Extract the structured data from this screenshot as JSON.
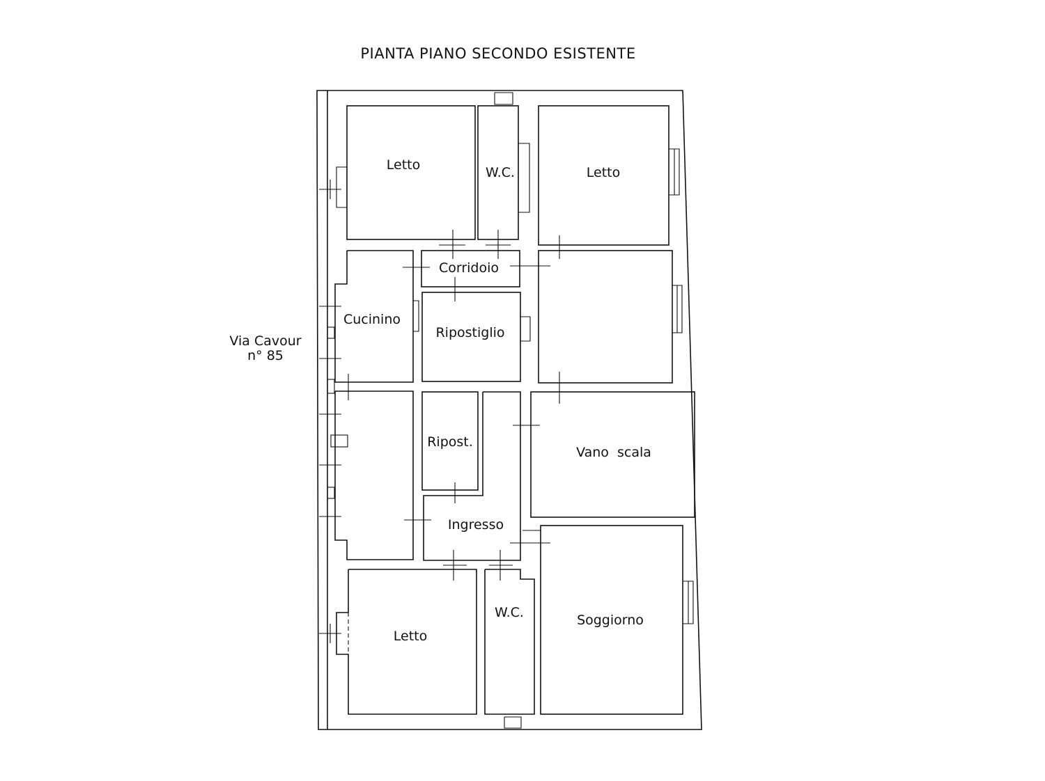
{
  "title": "PIANTA PIANO SECONDO ESISTENTE",
  "street": {
    "line1": "Via Cavour",
    "line2": "n° 85"
  },
  "rooms": {
    "letto_nw": "Letto",
    "wc_north": "W.C.",
    "letto_ne": "Letto",
    "corridoio": "Corridoio",
    "cucinino": "Cucinino",
    "ripostiglio": "Ripostiglio",
    "ripost": "Ripost.",
    "vano_scala": "Vano  scala",
    "ingresso": "Ingresso",
    "wc_south": "W.C.",
    "letto_sw": "Letto",
    "soggiorno": "Soggiorno"
  },
  "colors": {
    "line": "#111111",
    "paper": "#ffffff"
  }
}
